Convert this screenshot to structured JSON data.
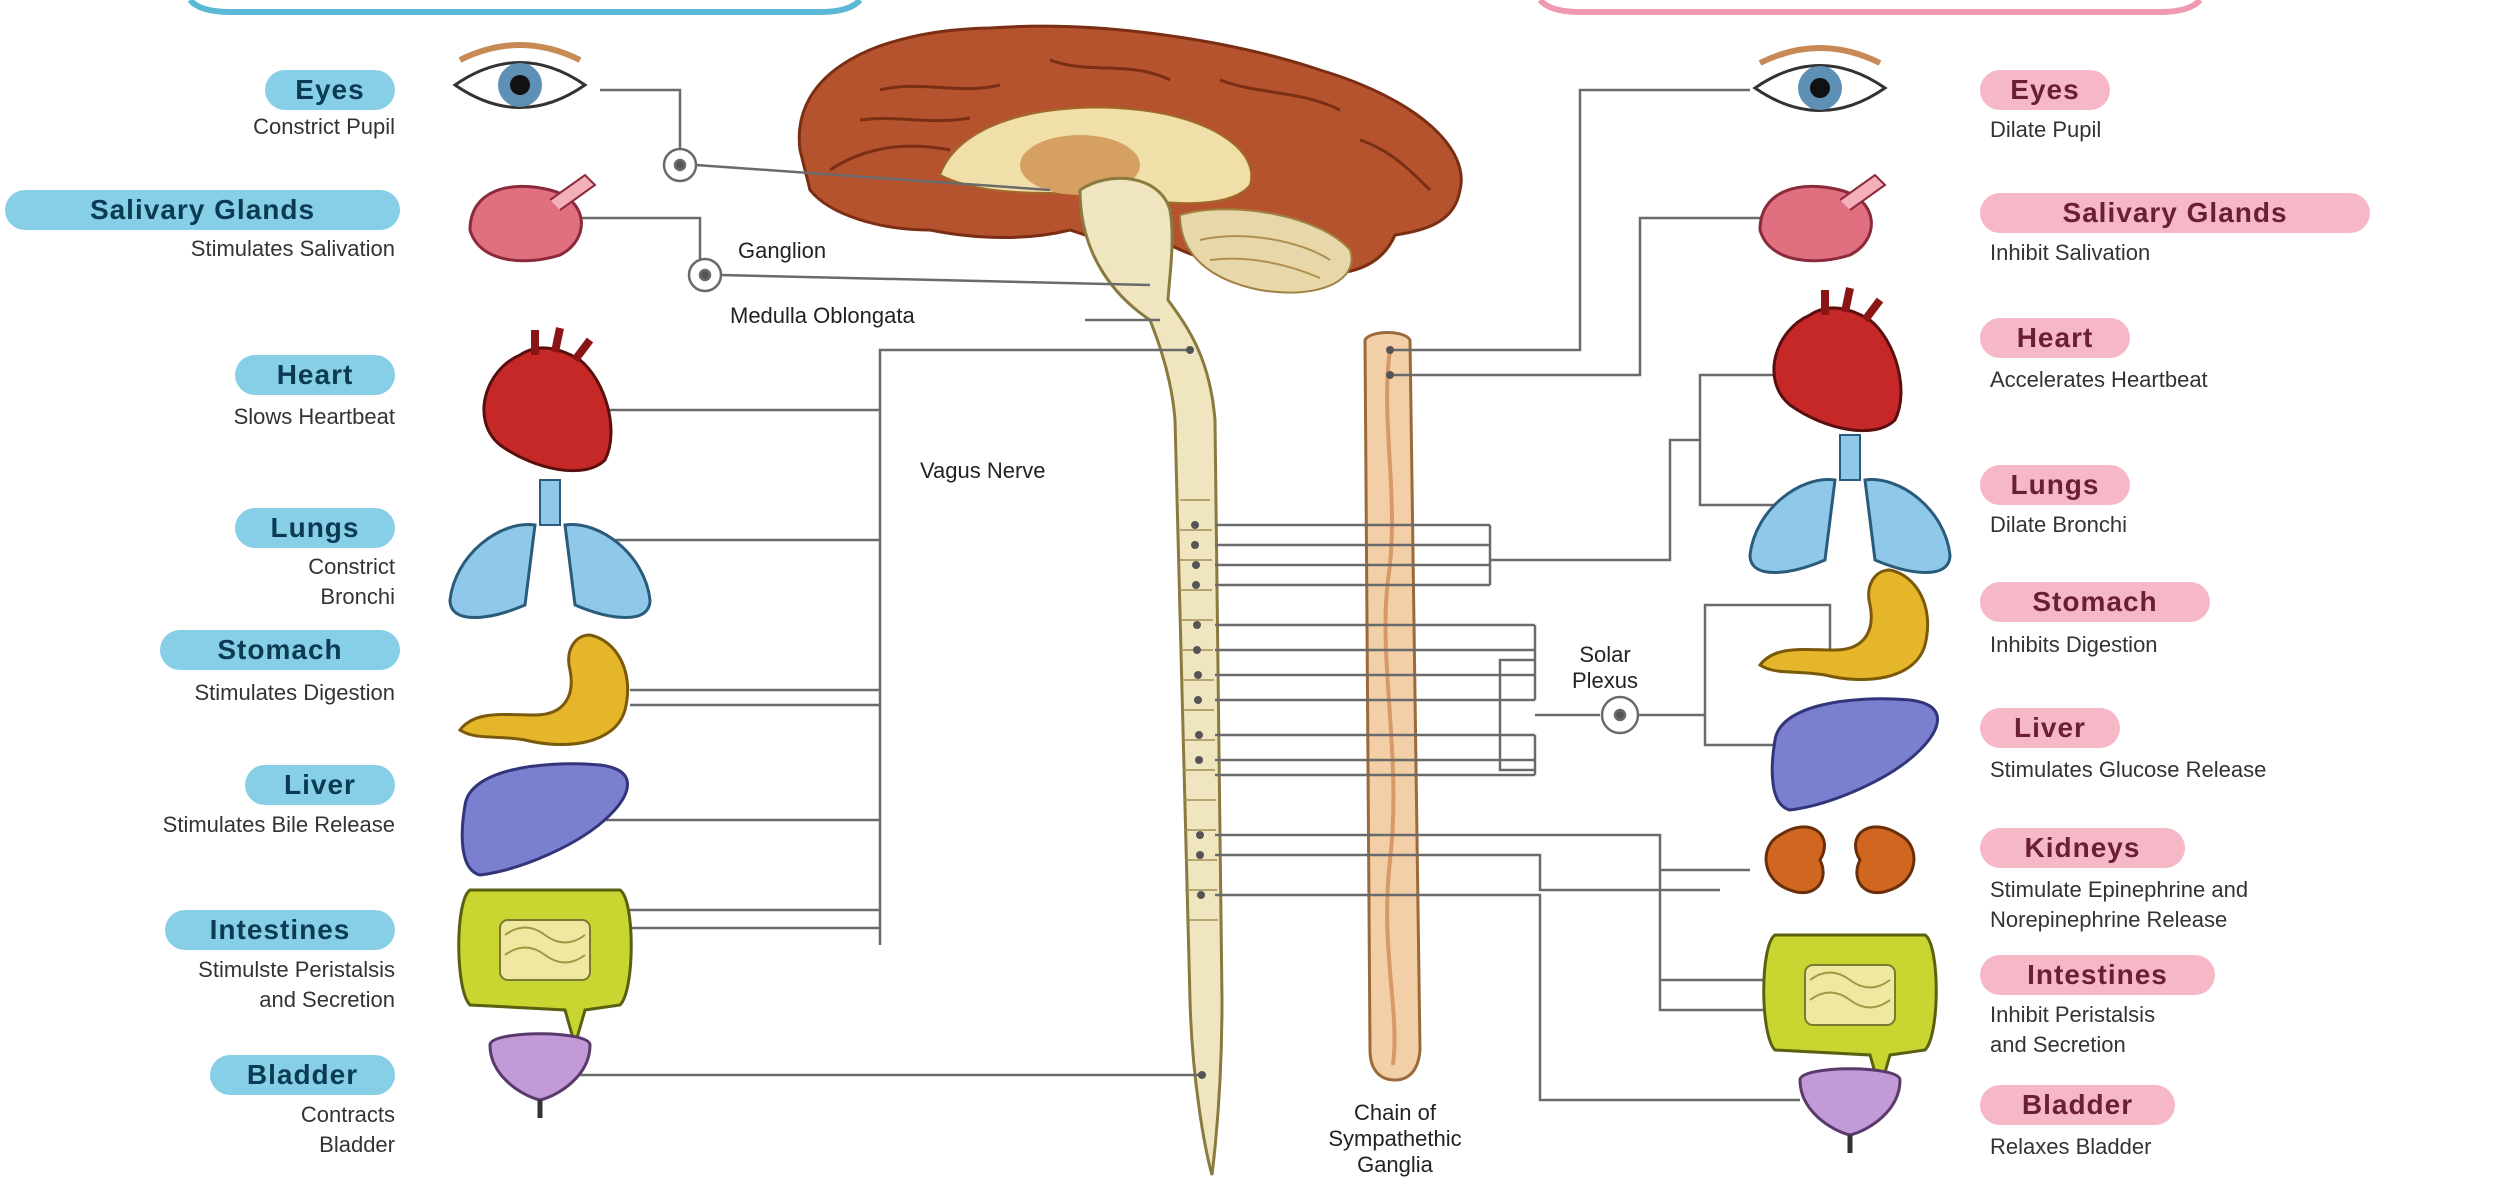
{
  "parasympathetic": {
    "color": "#86cfe6",
    "organs": [
      {
        "name": "Eyes",
        "effect": "Constrict Pupil",
        "icon": "eye-icon"
      },
      {
        "name": "Salivary Glands",
        "effect": "Stimulates Salivation",
        "icon": "salivary-gland-icon"
      },
      {
        "name": "Heart",
        "effect": "Slows Heartbeat",
        "icon": "heart-icon"
      },
      {
        "name": "Lungs",
        "effect": "Constrict\nBronchi",
        "icon": "lungs-icon"
      },
      {
        "name": "Stomach",
        "effect": "Stimulates Digestion",
        "icon": "stomach-icon"
      },
      {
        "name": "Liver",
        "effect": "Stimulates Bile Release",
        "icon": "liver-icon"
      },
      {
        "name": "Intestines",
        "effect": "Stimulste Peristalsis\nand Secretion",
        "icon": "intestines-icon"
      },
      {
        "name": "Bladder",
        "effect": "Contracts\nBladder",
        "icon": "bladder-icon"
      }
    ]
  },
  "sympathetic": {
    "color": "#f6b8c6",
    "organs": [
      {
        "name": "Eyes",
        "effect": "Dilate Pupil",
        "icon": "eye-icon"
      },
      {
        "name": "Salivary Glands",
        "effect": "Inhibit Salivation",
        "icon": "salivary-gland-icon"
      },
      {
        "name": "Heart",
        "effect": "Accelerates Heartbeat",
        "icon": "heart-icon"
      },
      {
        "name": "Lungs",
        "effect": "Dilate Bronchi",
        "icon": "lungs-icon"
      },
      {
        "name": "Stomach",
        "effect": "Inhibits Digestion",
        "icon": "stomach-icon"
      },
      {
        "name": "Liver",
        "effect": "Stimulates Glucose Release",
        "icon": "liver-icon"
      },
      {
        "name": "Kidneys",
        "effect": "Stimulate Epinephrine and\nNorepinephrine Release",
        "icon": "kidneys-icon"
      },
      {
        "name": "Intestines",
        "effect": "Inhibit Peristalsis\nand Secretion",
        "icon": "intestines-icon"
      },
      {
        "name": "Bladder",
        "effect": "Relaxes Bladder",
        "icon": "bladder-icon"
      }
    ]
  },
  "labels": {
    "ganglion": "Ganglion",
    "medulla": "Medulla Oblongata",
    "vagus": "Vagus Nerve",
    "solar_plexus": "Solar\nPlexus",
    "chain": "Chain of\nSympathethic\nGanglia"
  },
  "colors": {
    "brain": "#b5532e",
    "spinal_cord": "#efe6c0",
    "ganglia_chain": "#f3cfa8",
    "nerve_line": "#6a6a6a"
  }
}
